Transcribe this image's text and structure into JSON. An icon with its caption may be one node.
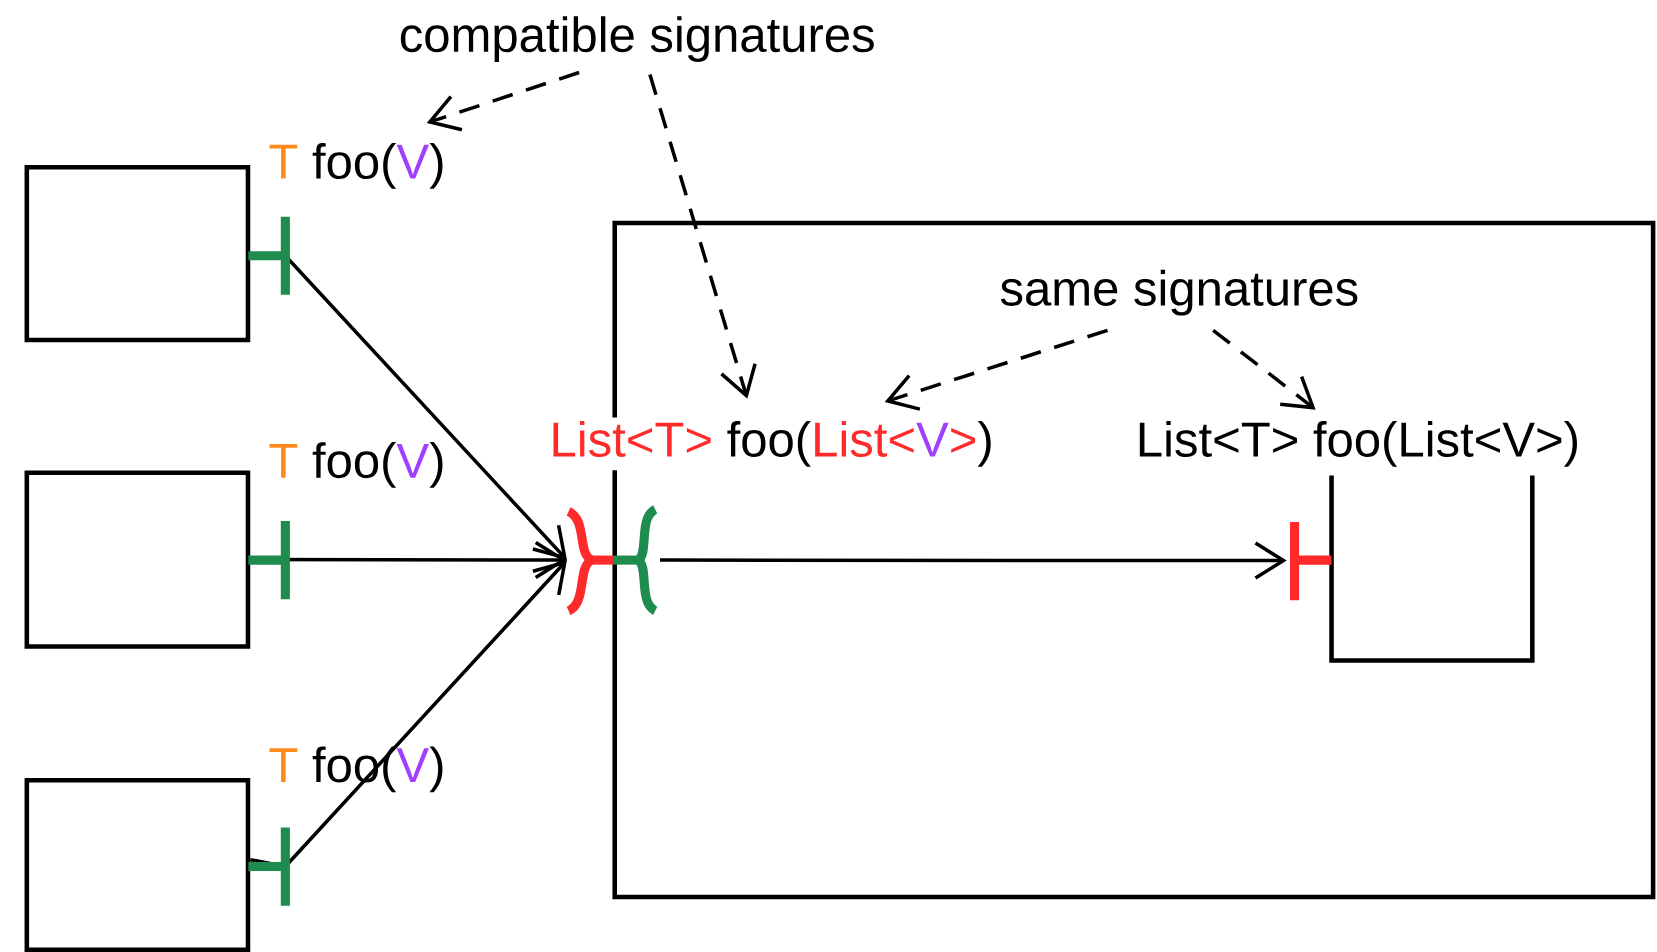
{
  "diagram": {
    "nodes": [
      {
        "text": [
          "compatible signatures"
        ]
      },
      {
        "text": [],
        "shape": "box"
      },
      {
        "text": [
          "T",
          "foo(",
          "V",
          ")"
        ]
      },
      {
        "text": [],
        "shape": "box"
      },
      {
        "text": [
          "T",
          "foo(",
          "V",
          ")"
        ]
      },
      {
        "text": [],
        "shape": "box"
      },
      {
        "text": [
          "T",
          "foo(",
          "V",
          ")"
        ]
      },
      {
        "text": [],
        "shape": "box"
      },
      {
        "text": [
          "same signatures"
        ],
        "in": 7
      },
      {
        "text": [
          "List<T>",
          "foo(",
          "List<",
          "V",
          ">",
          ")"
        ]
      },
      {
        "text": [
          "List<T> foo(List<V>)"
        ],
        "in": 7
      }
    ],
    "edges": [
      {
        "from": 1,
        "to": 7,
        "arrow": "to"
      },
      {
        "from": 3,
        "to": 7,
        "arrow": "to"
      },
      {
        "from": 5,
        "to": 7,
        "arrow": "to"
      },
      {
        "from": 7,
        "to": 10,
        "arrow": "to"
      },
      {
        "from": 0,
        "to": 2,
        "arrow": "to",
        "style": "dashed"
      },
      {
        "from": 0,
        "to": 9,
        "arrow": "to",
        "style": "dashed"
      },
      {
        "from": 8,
        "to": 9,
        "arrow": "to",
        "style": "dashed"
      },
      {
        "from": 8,
        "to": 10,
        "arrow": "to",
        "style": "dashed"
      }
    ]
  }
}
